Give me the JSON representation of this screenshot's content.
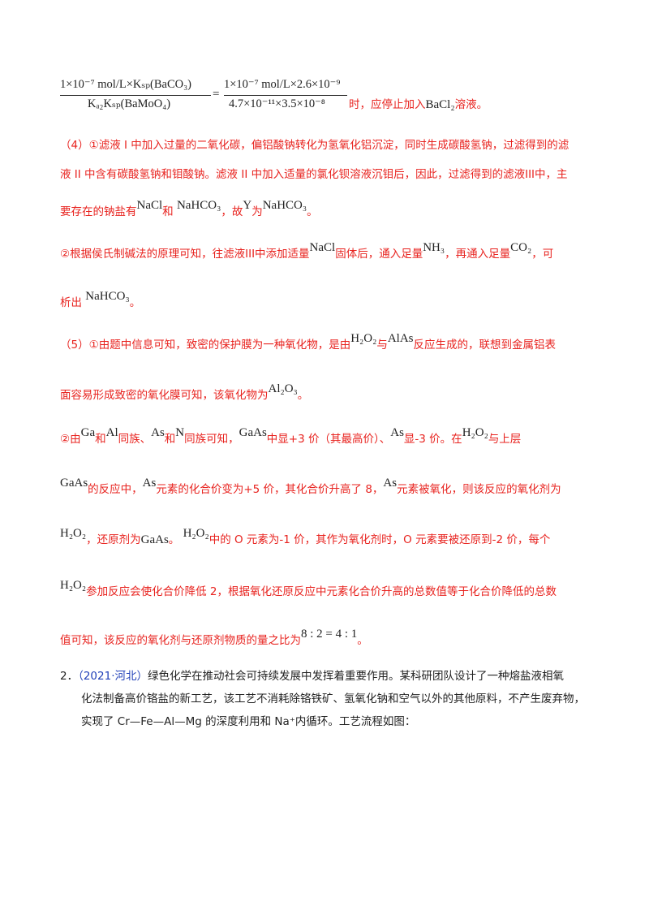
{
  "formula": {
    "frac1_num": "1×10⁻⁷ mol/L×Kₛₚ(BaCO₃)",
    "frac1_den": "Kₐ₂Kₛₚ(BaMoO₄)",
    "eq": "=",
    "frac2_num": "1×10⁻⁷ mol/L×2.6×10⁻⁹",
    "frac2_den": "4.7×10⁻¹¹×3.5×10⁻⁸",
    "tail": "时，应停止加入",
    "bacl2": "BaCl₂",
    "tail2": "溶液。"
  },
  "p4": {
    "l1": "（4）①滤液 I 中加入过量的二氧化碳，偏铝酸钠转化为氢氧化铝沉淀，同时生成碳酸氢钠，过滤得到的滤",
    "l2": "液 II 中含有碳酸氢钠和钼酸钠。滤液 II 中加入适量的氯化钡溶液沉钼后，因此，过滤得到的滤液III中，主",
    "l3a": "要存在的钠盐有",
    "nacl": "NaCl",
    "and": "和",
    "nahco3": "NaHCO₃",
    "l3b": "，故",
    "y": "Y",
    "l3c": "为",
    "l3d": "。",
    "l4a": "②根据侯氏制碱法的原理可知，往滤液III中添加适量",
    "l4b": "固体后，通入足量",
    "nh3": "NH₃",
    "l4c": "，再通入足量",
    "co2": "CO₂",
    "l4d": "，可",
    "l5a": "析出",
    "l5b": "。"
  },
  "p5": {
    "l1a": "（5）①由题中信息可知，致密的保护膜为一种氧化物，是由",
    "h2o2": "H₂O₂",
    "l1b": "与",
    "alas": "AlAs",
    "l1c": "反应生成的，联想到金属铝表",
    "l2a": "面容易形成致密的氧化膜可知，该氧化物为",
    "al2o3": "Al₂O₃",
    "l2b": "。",
    "l3a": "②由",
    "ga": "Ga",
    "and": "和",
    "al": "Al",
    "l3b": "同族、",
    "as": "As",
    "n": "N",
    "l3c": "同族可知，",
    "gaas": "GaAs",
    "l3d": "中显+3 价（其最高价）、",
    "l3e": "显-3 价。在",
    "l3f": "与上层",
    "l4a": "的反应中，",
    "l4b": "元素的化合价变为+5 价，其化合价升高了 8，",
    "l4c": "元素被氧化，则该反应的氧化剂为",
    "l5a": "，还原剂为",
    "l5b": "。",
    "l5c": "中的 O 元素为-1 价，其作为氧化剂时，O 元素要被还原到-2 价，每个",
    "l6": "参加反应会使化合价降低 2，根据氧化还原反应中元素化合价升高的总数值等于化合价降低的总数",
    "l7a": "值可知，该反应的氧化剂与还原剂物质的量之比为",
    "ratio": "8 : 2 = 4 : 1",
    "l7b": "。"
  },
  "q2": {
    "num": "2．",
    "src": "（2021·河北）",
    "l1": "绿色化学在推动社会可持续发展中发挥着重要作用。某科研团队设计了一种熔盐液相氧",
    "l2": "化法制备高价铬盐的新工艺，该工艺不消耗除铬铁矿、氢氧化钠和空气以外的其他原料，不产生废弃物，",
    "l3": "实现了 Cr—Fe—Al—Mg 的深度利用和 Na⁺内循环。工艺流程如图："
  }
}
